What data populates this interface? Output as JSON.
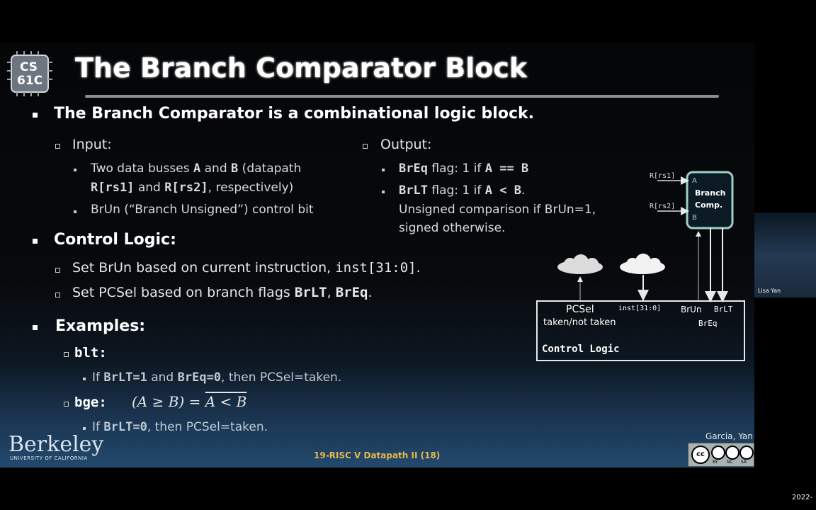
{
  "logo": {
    "line1": "CS",
    "line2": "61C"
  },
  "title": "The Branch Comparator Block",
  "bullet1": {
    "heading": "The Branch Comparator is a combinational logic block.",
    "input_label": "Input:",
    "input_1_a": "Two data busses ",
    "input_1_A": "A",
    "input_1_and": " and ",
    "input_1_B": "B",
    "input_1_b": " (datapath",
    "input_1_rs1": "R[rs1]",
    "input_1_and2": " and ",
    "input_1_rs2": "R[rs2]",
    "input_1_c": ", respectively)",
    "input_2": "BrUn (“Branch Unsigned”) control bit",
    "output_label": "Output:",
    "out_1_code": "BrEq",
    "out_1_text": " flag: 1 if ",
    "out_1_cond": "A == B",
    "out_2_code": "BrLT",
    "out_2_text": " flag: 1 if ",
    "out_2_cond": "A < B",
    "out_2_dot": ".",
    "out_2_line2": "Unsigned comparison if BrUn=1,",
    "out_2_line3": "signed otherwise."
  },
  "bullet2": {
    "heading": "Control Logic:",
    "item1_text": "Set BrUn based on current instruction, ",
    "item1_code": "inst[31:0]",
    "item1_dot": ".",
    "item2_text": "Set PCSel based on branch flags ",
    "item2_code1": "BrLT",
    "item2_comma": ", ",
    "item2_code2": "BrEq",
    "item2_dot": "."
  },
  "bullet3": {
    "heading": "Examples:",
    "blt_code": "blt:",
    "blt_if": "If ",
    "blt_c1": "BrLT=1",
    "blt_and": " and ",
    "blt_c2": "BrEq=0",
    "blt_then": ", then PCSel=taken.",
    "bge_code": "bge:",
    "bge_formula_left": "(A ≥ B) = ",
    "bge_formula_over": "A < B",
    "bge_if": "If ",
    "bge_c1": "BrLT=0",
    "bge_then": ", then PCSel=taken."
  },
  "diagram": {
    "rs1": "R[rs1]",
    "rs2": "R[rs2]",
    "port_a": "A",
    "port_b": "B",
    "block_line1": "Branch",
    "block_line2": "Comp.",
    "pcsel": "PCSel",
    "taken": "taken/not taken",
    "inst": "inst[31:0]",
    "brun": "BrUn",
    "brlt": "BrLT",
    "breq": "BrEq",
    "control": "Control Logic"
  },
  "footer": {
    "berkeley": "Berkeley",
    "university": "UNIVERSITY OF CALIFORNIA",
    "lecture": "19-RISC V Datapath II (18)",
    "authors": "Garcia, Yan",
    "cc_by": "BY",
    "cc_nc": "NC",
    "cc_sa": "SA"
  },
  "webcam": {
    "name": "Lisa Yan"
  },
  "timestamp": "2022-"
}
